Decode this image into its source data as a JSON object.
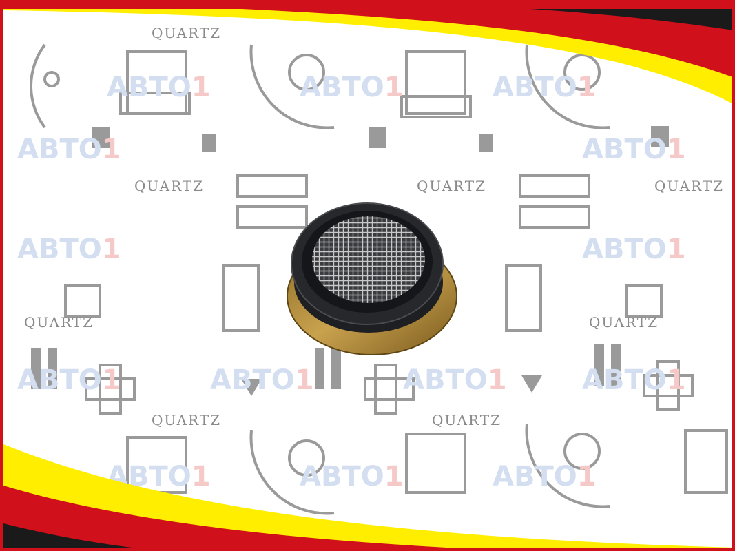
{
  "watermark": {
    "brand_quartz": "QUARTZ",
    "brand_avto": "АВТО",
    "brand_avto_num": "1"
  },
  "colors": {
    "border": "#d0101a",
    "red": "#d0101a",
    "yellow": "#ffee00",
    "black": "#1a1a1a",
    "brass": "#b58d3a",
    "rubber": "#1d1f22"
  },
  "product": {
    "icon": "filter-mesh-cap"
  }
}
